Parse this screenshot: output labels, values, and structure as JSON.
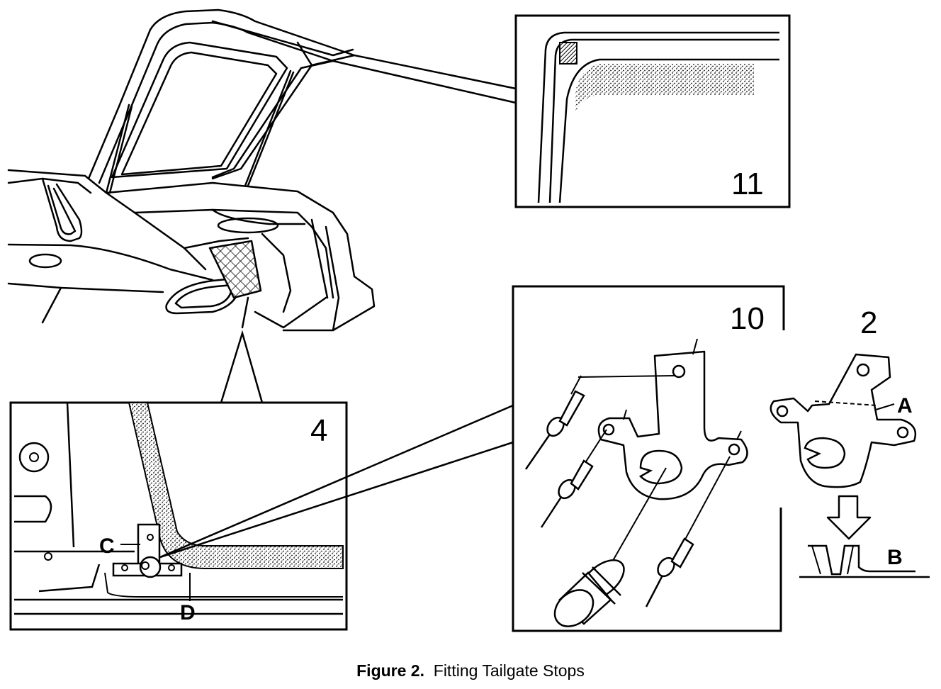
{
  "panels": {
    "detail_11": "11",
    "detail_10": "10",
    "detail_2": "2",
    "detail_4": "4"
  },
  "callouts": {
    "A": "A",
    "B": "B",
    "C": "C",
    "D": "D"
  },
  "caption": {
    "figure_number": "Figure 2.",
    "title": "Fitting Tailgate Stops"
  }
}
